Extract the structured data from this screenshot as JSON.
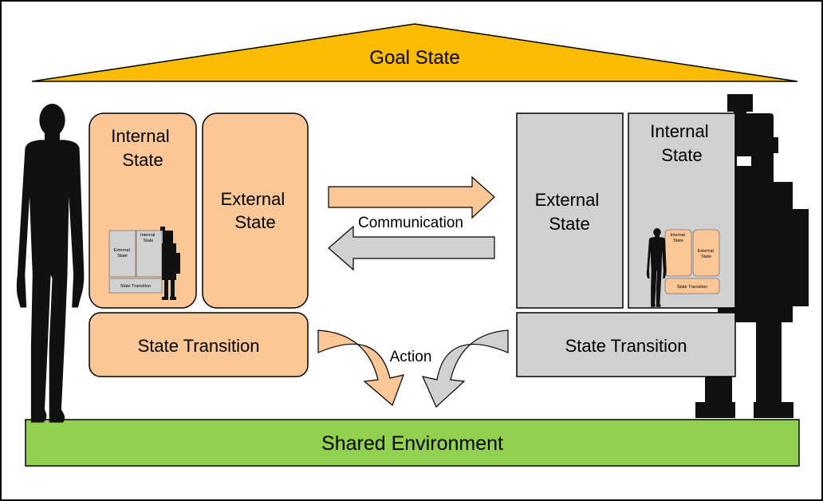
{
  "goal": {
    "label": "Goal State",
    "color": "#fbbb00"
  },
  "environment": {
    "label": "Shared Environment",
    "color": "#92d050"
  },
  "human_side": {
    "color": "#fbc797",
    "internal_state": [
      "Internal",
      "State"
    ],
    "external_state": [
      "External",
      "State"
    ],
    "state_transition": "State Transition",
    "inset": {
      "internal_state": [
        "Internal",
        "State"
      ],
      "external_state": [
        "External",
        "State"
      ],
      "state_transition": "State Transition"
    }
  },
  "robot_side": {
    "color": "#d0d0d0",
    "internal_state": [
      "Internal",
      "State"
    ],
    "external_state": [
      "External",
      "State"
    ],
    "state_transition": "State Transition",
    "inset": {
      "internal_state": [
        "Internal",
        "State"
      ],
      "external_state": [
        "External",
        "State"
      ],
      "state_transition": "State Transition"
    }
  },
  "communication_label": "Communication",
  "action_label": "Action",
  "icons": {
    "human": "human-silhouette-icon",
    "robot": "robot-silhouette-icon"
  }
}
